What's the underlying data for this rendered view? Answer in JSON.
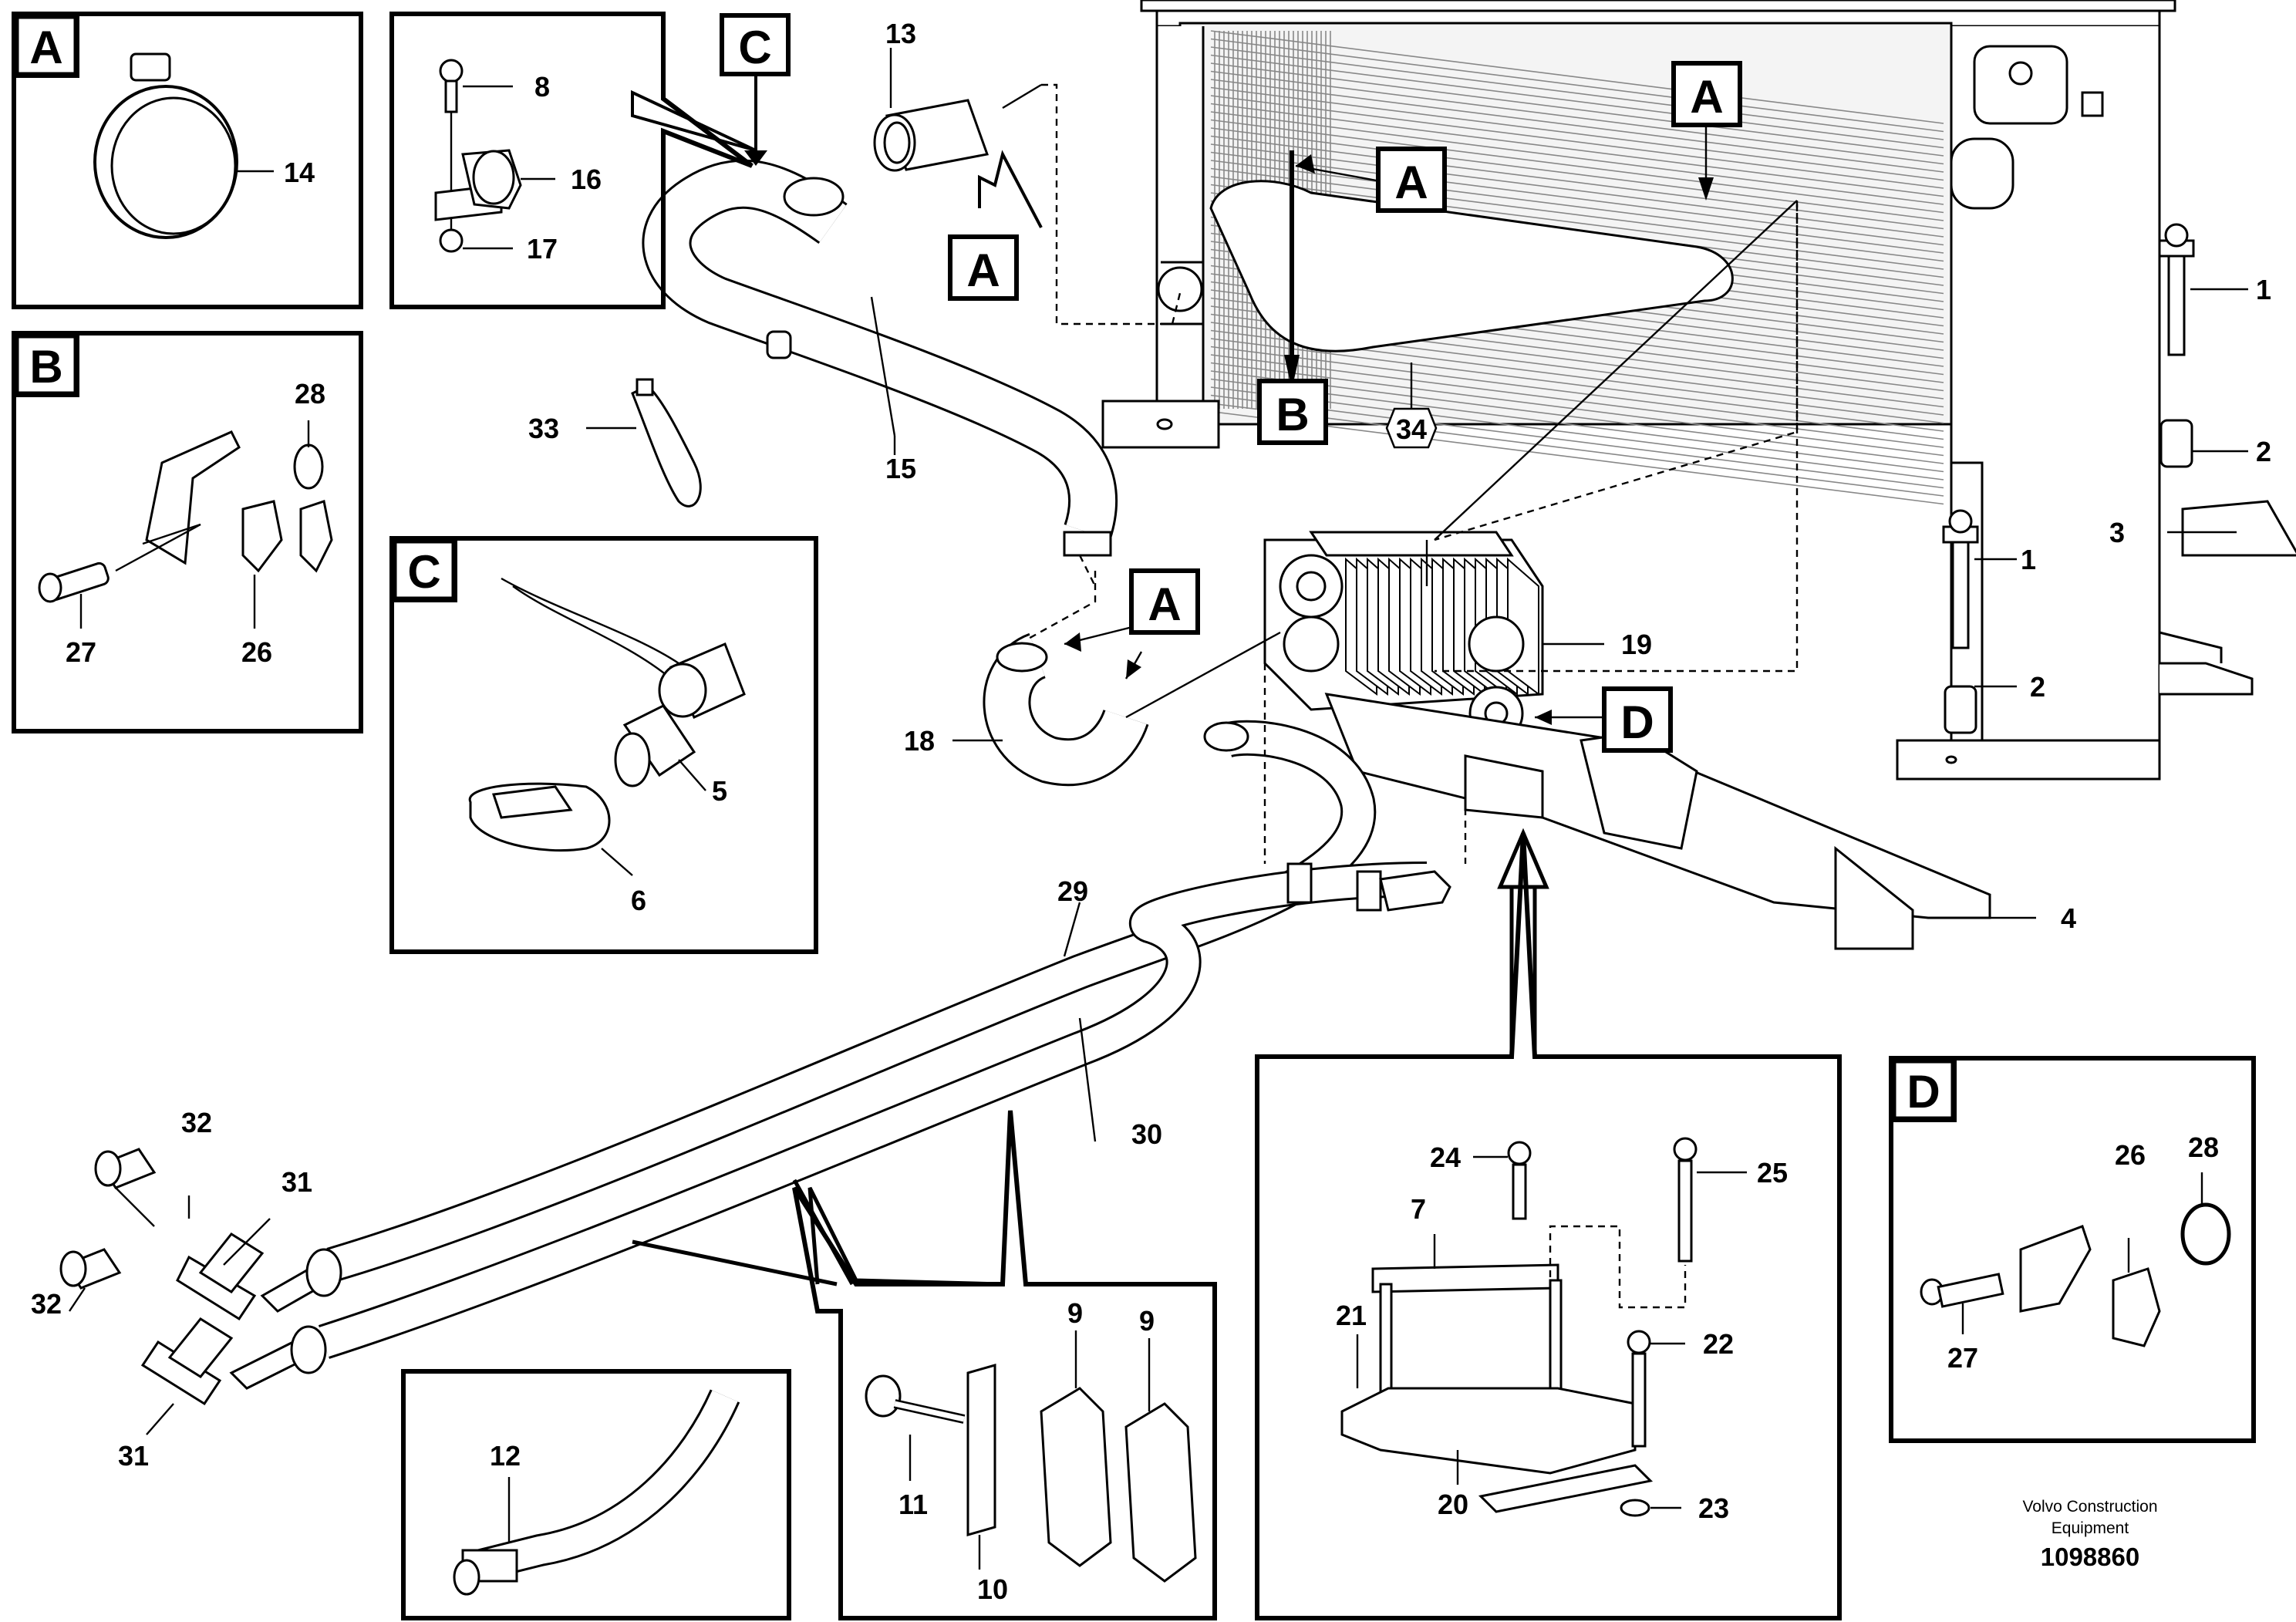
{
  "detail_letters": {
    "a": "A",
    "b": "B",
    "c": "C",
    "d": "D"
  },
  "part_numbers": {
    "p1": "1",
    "p2": "2",
    "p3": "3",
    "p4": "4",
    "p5": "5",
    "p6": "6",
    "p7": "7",
    "p8": "8",
    "p9": "9",
    "p10": "10",
    "p11": "11",
    "p12": "12",
    "p13": "13",
    "p14": "14",
    "p15": "15",
    "p16": "16",
    "p17": "17",
    "p18": "18",
    "p19": "19",
    "p20": "20",
    "p21": "21",
    "p22": "22",
    "p23": "23",
    "p24": "24",
    "p25": "25",
    "p26": "26",
    "p27": "27",
    "p28": "28",
    "p29": "29",
    "p30": "30",
    "p31": "31",
    "p32": "32",
    "p33": "33",
    "p34": "34"
  },
  "credit": {
    "line1": "Volvo Construction",
    "line2": "Equipment",
    "document_number": "1098860"
  }
}
